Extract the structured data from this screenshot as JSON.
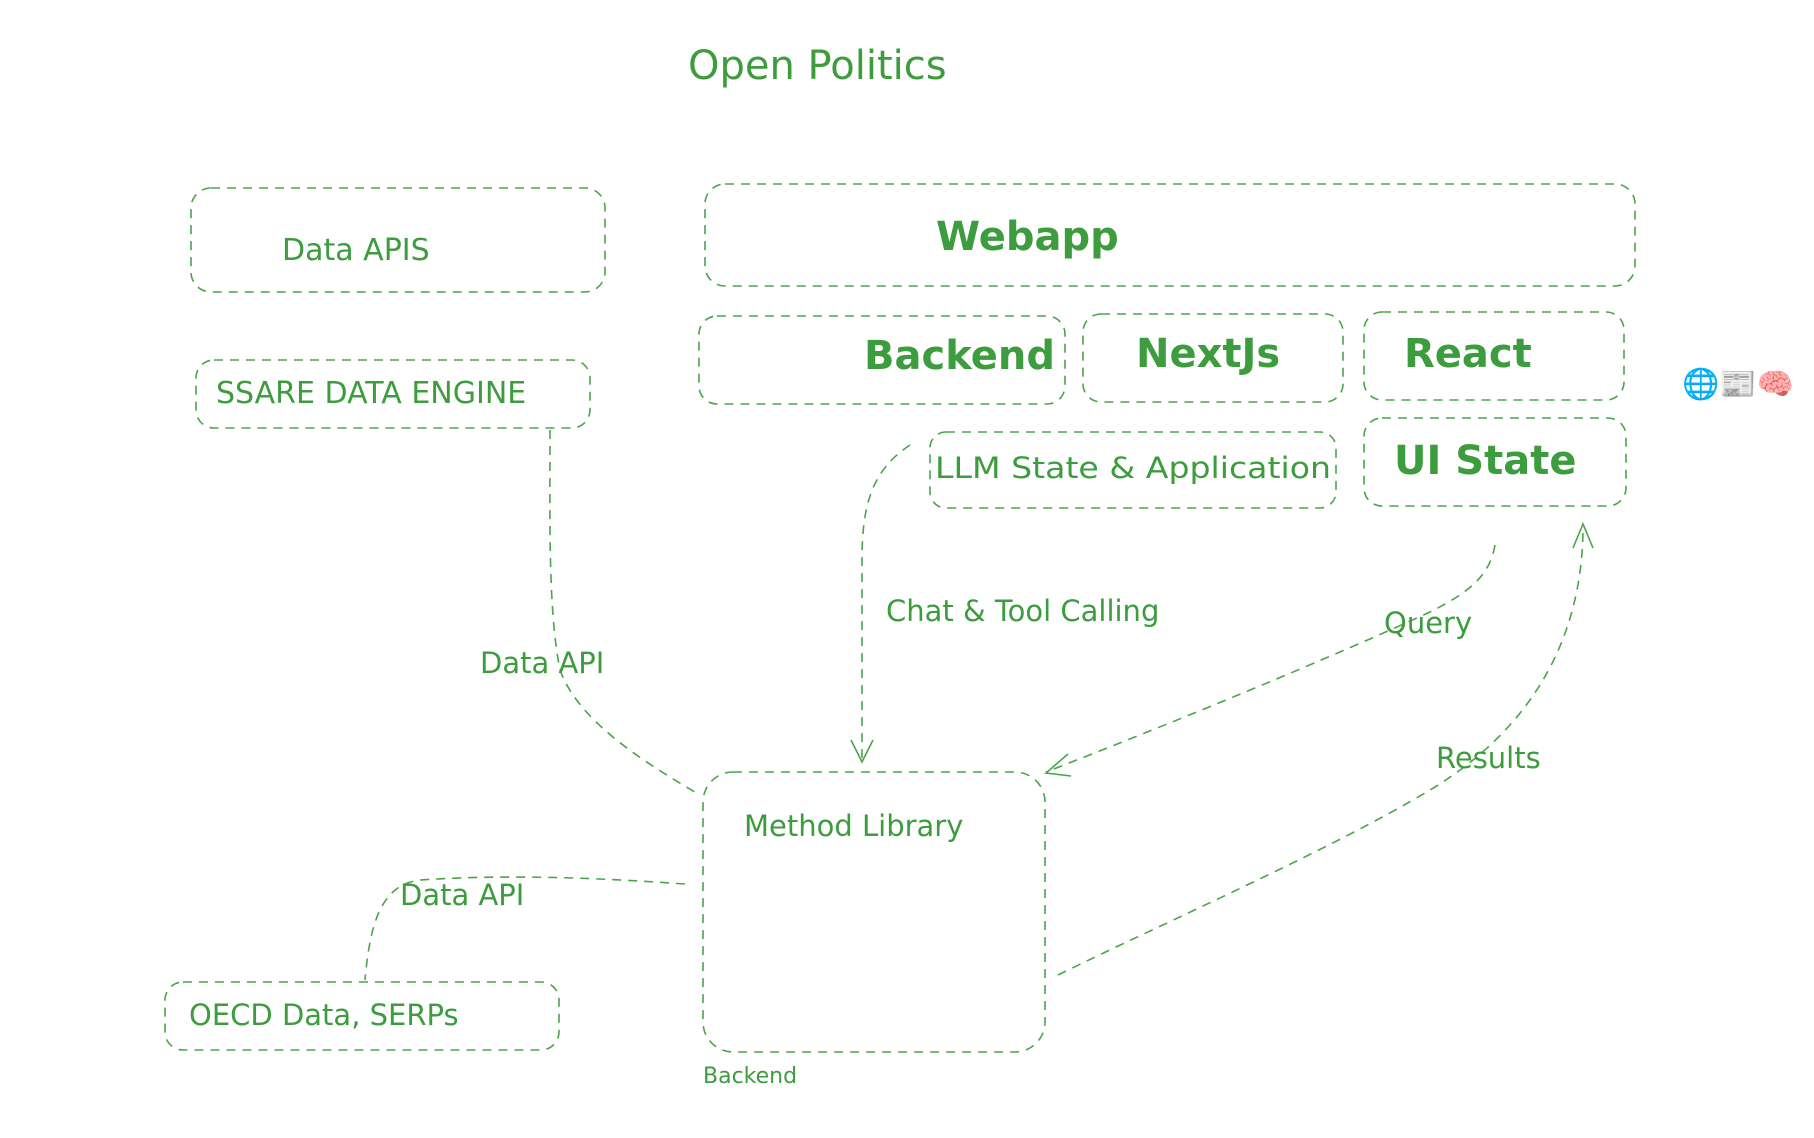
{
  "diagram": {
    "title": "Open Politics",
    "boxes": {
      "data_apis": "Data APIS",
      "ssare": "SSARE DATA ENGINE",
      "webapp": "Webapp",
      "backend": "Backend",
      "nextjs": "NextJs",
      "react": "React",
      "llm_state": "LLM State & Application",
      "ui_state": "UI State",
      "method_library": "Method Library",
      "oecd": "OECD Data, SERPs"
    },
    "edge_labels": {
      "data_api_top": "Data API",
      "chat_tool": "Chat & Tool Calling",
      "query": "Query",
      "results": "Results",
      "data_api_bottom": "Data API"
    },
    "method_library_caption": "Backend",
    "emoji_strip": "🌐📰🧠",
    "colors": {
      "accent": "#3d9c3d",
      "background": "#ffffff"
    }
  }
}
